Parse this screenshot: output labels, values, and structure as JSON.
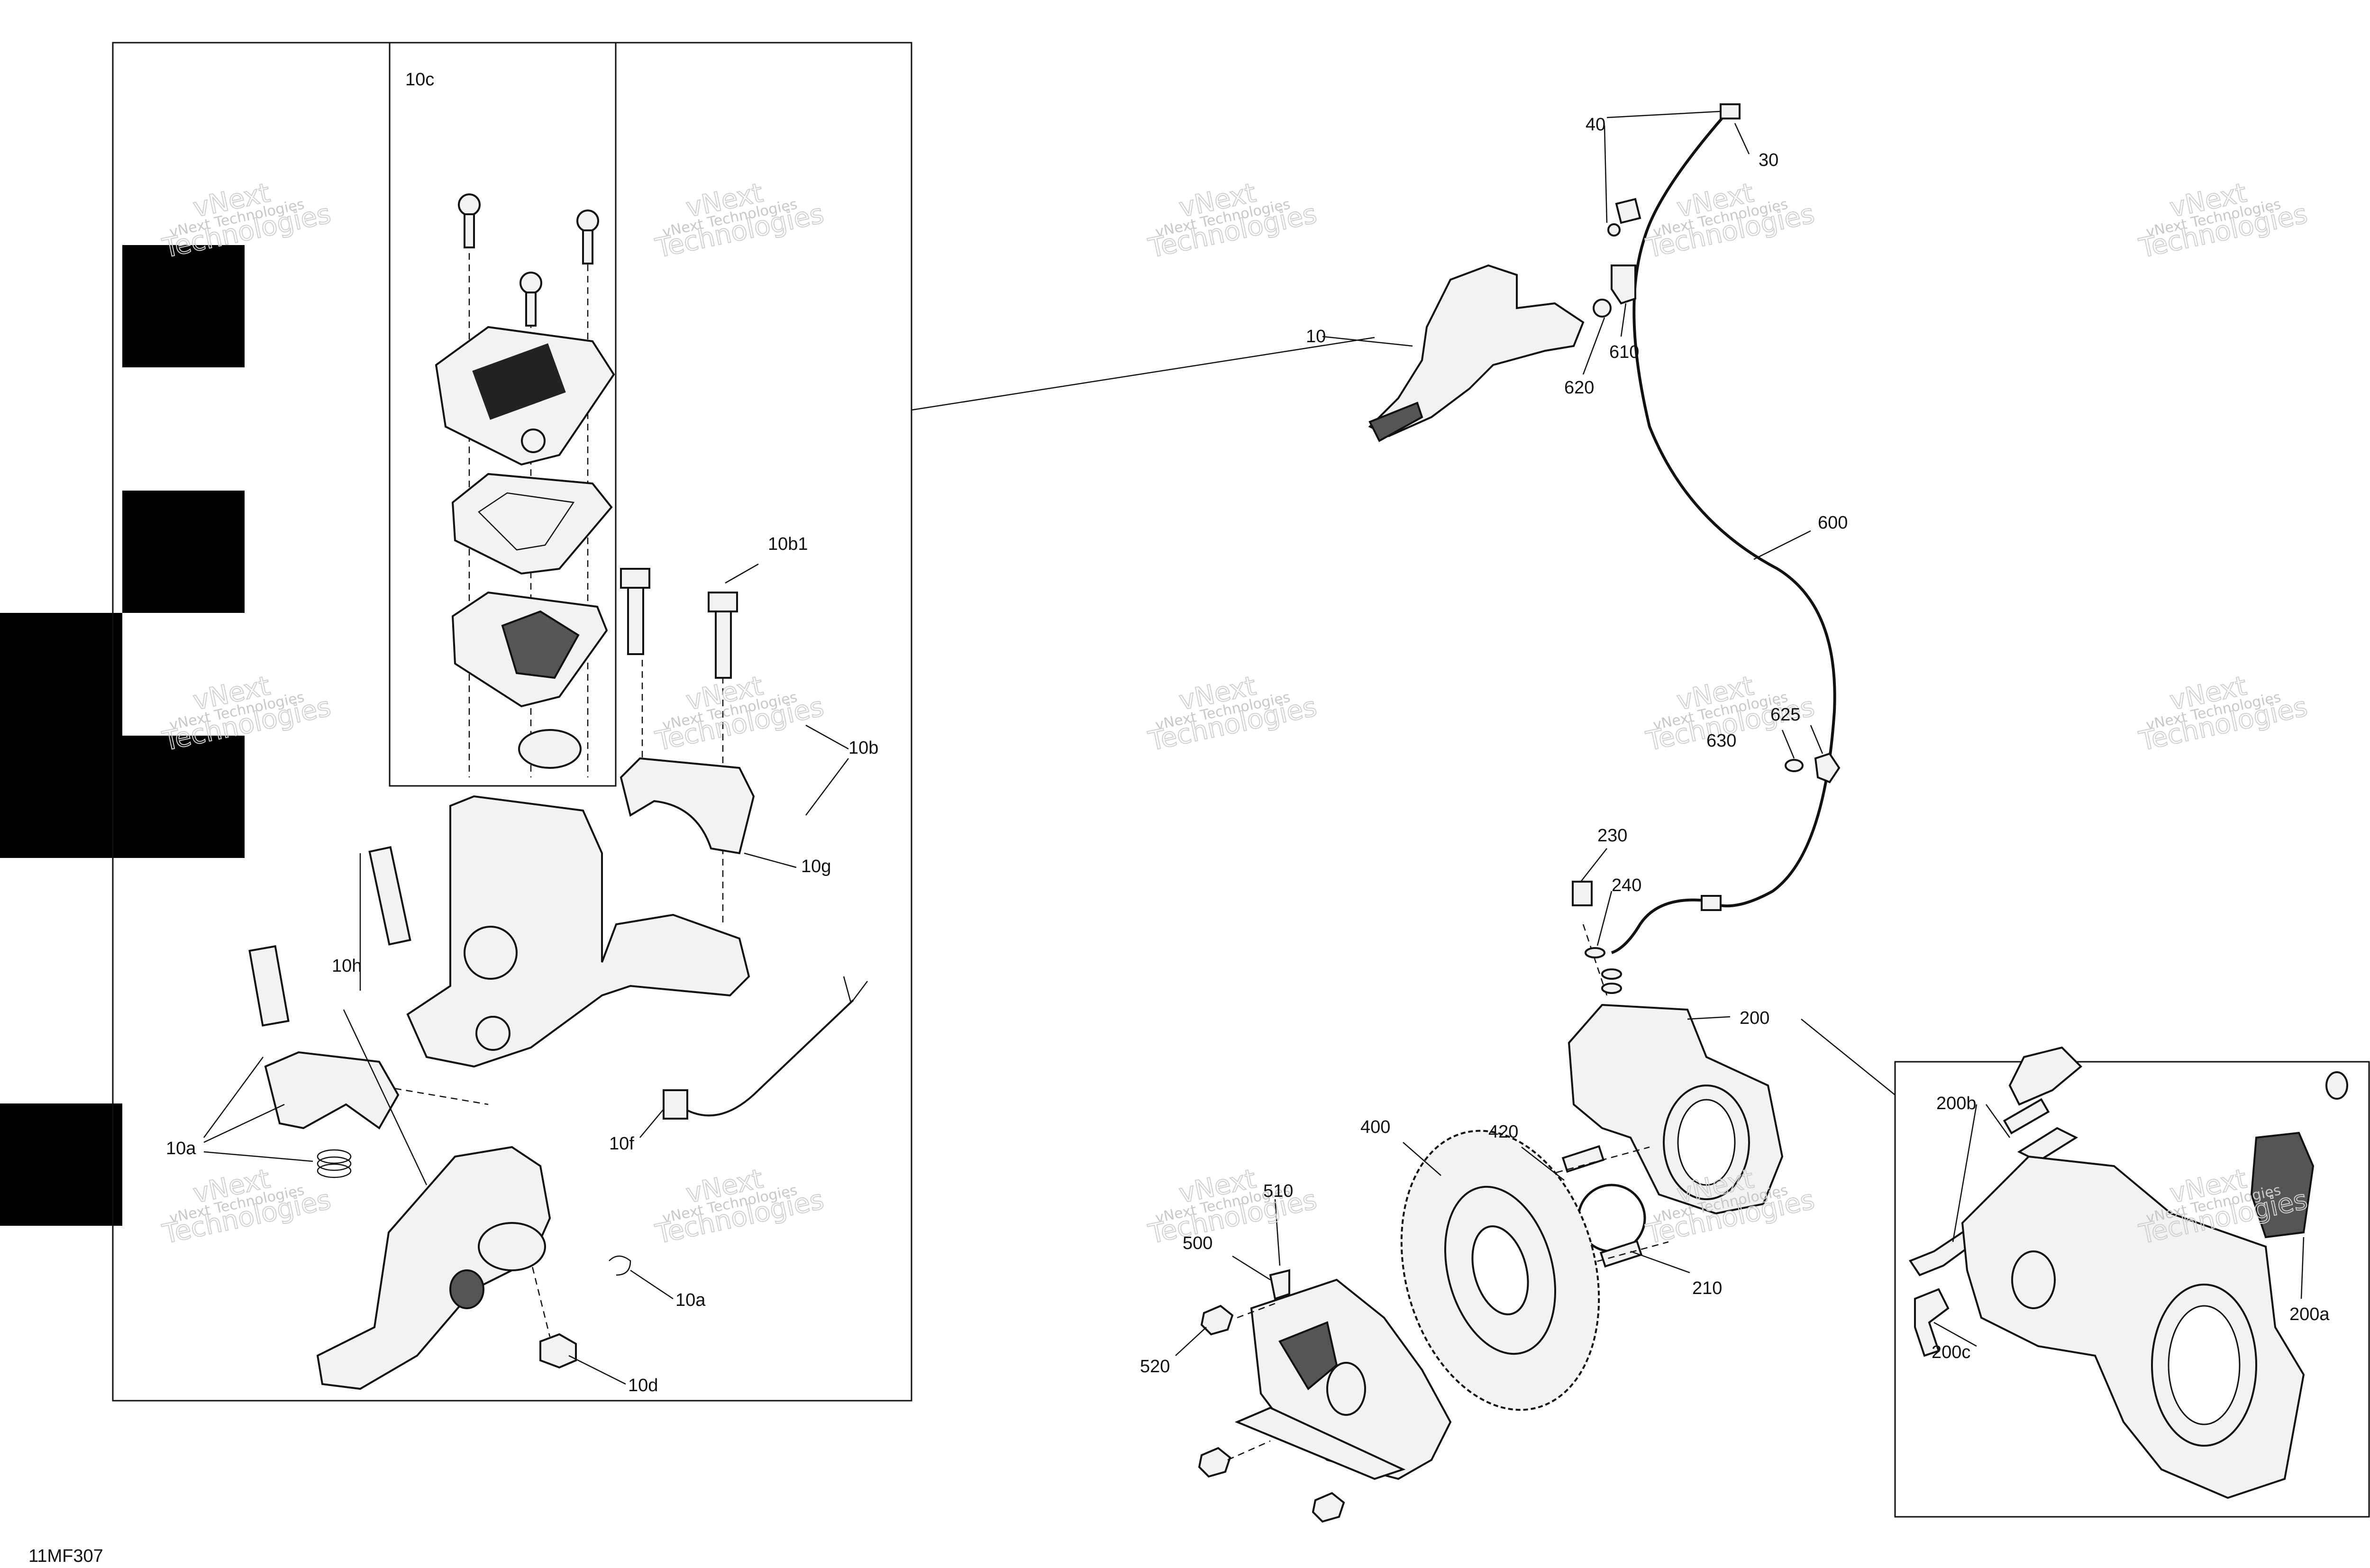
{
  "drawing_id": "11MF307",
  "watermark": {
    "line1": "vNext Technologies",
    "line2": "vNext",
    "line3": "Technologies"
  },
  "callouts": {
    "c10": "10",
    "c10a_1": "10a",
    "c10a_2": "10a",
    "c10b": "10b",
    "c10b1": "10b1",
    "c10c": "10c",
    "c10d": "10d",
    "c10f": "10f",
    "c10g": "10g",
    "c10h": "10h",
    "c30": "30",
    "c40": "40",
    "c200": "200",
    "c200a": "200a",
    "c200b": "200b",
    "c200c": "200c",
    "c210": "210",
    "c230": "230",
    "c240": "240",
    "c400": "400",
    "c420": "420",
    "c500": "500",
    "c510": "510",
    "c520": "520",
    "c600": "600",
    "c610": "610",
    "c620": "620",
    "c625": "625",
    "c630": "630"
  }
}
